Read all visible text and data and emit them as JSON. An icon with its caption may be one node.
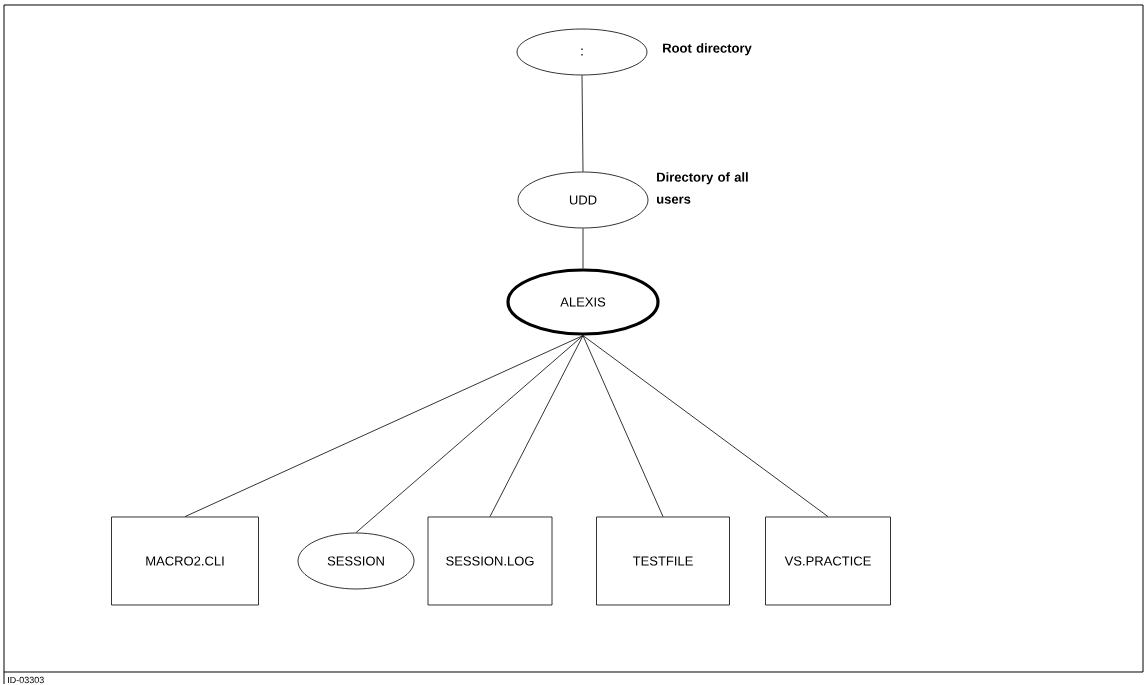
{
  "diagram": {
    "nodes": [
      {
        "text": [
          ":"
        ],
        "beside": [
          "Root directory"
        ]
      },
      {
        "text": [
          "UDD"
        ],
        "beside": [
          "Directory of all users"
        ]
      },
      {
        "text": [
          "ALEXIS"
        ]
      },
      {
        "text": [
          "MACRO2.CLI"
        ]
      },
      {
        "text": [
          "SESSION"
        ]
      },
      {
        "text": [
          "SESSION.LOG"
        ]
      },
      {
        "text": [
          "TESTFILE"
        ]
      },
      {
        "text": [
          "VS.PRACTICE"
        ]
      }
    ],
    "edges": [
      {
        "from": 0,
        "to": 1,
        "arrow": "none"
      },
      {
        "from": 1,
        "to": 2,
        "arrow": "none"
      },
      {
        "from": 2,
        "to": 3,
        "arrow": "none"
      },
      {
        "from": 2,
        "to": 4,
        "arrow": "none"
      },
      {
        "from": 2,
        "to": 5,
        "arrow": "none"
      },
      {
        "from": 2,
        "to": 6,
        "arrow": "none"
      },
      {
        "from": 2,
        "to": 7,
        "arrow": "none"
      }
    ],
    "labels": [
      "ID-03303"
    ]
  }
}
